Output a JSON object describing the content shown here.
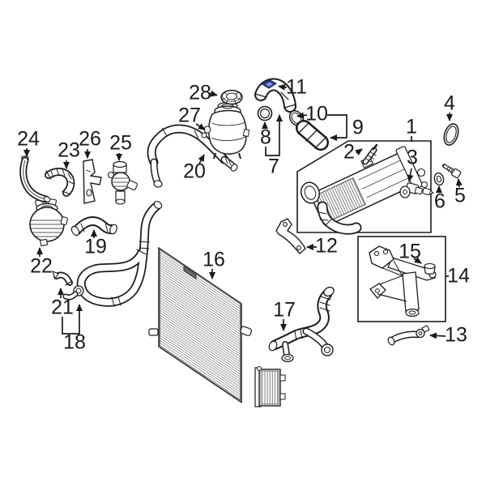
{
  "diagram": {
    "background_color": "#ffffff",
    "line_color": "#1c1c1c",
    "highlight_color": "#2b3990",
    "highlight_light_color": "#8a97e0",
    "selected_callout": "11"
  },
  "callouts": [
    "1",
    "2",
    "3",
    "4",
    "5",
    "6",
    "7",
    "8",
    "9",
    "10",
    "11",
    "12",
    "13",
    "14",
    "15",
    "16",
    "17",
    "18",
    "19",
    "20",
    "21",
    "22",
    "23",
    "24",
    "25",
    "26",
    "27",
    "28"
  ]
}
